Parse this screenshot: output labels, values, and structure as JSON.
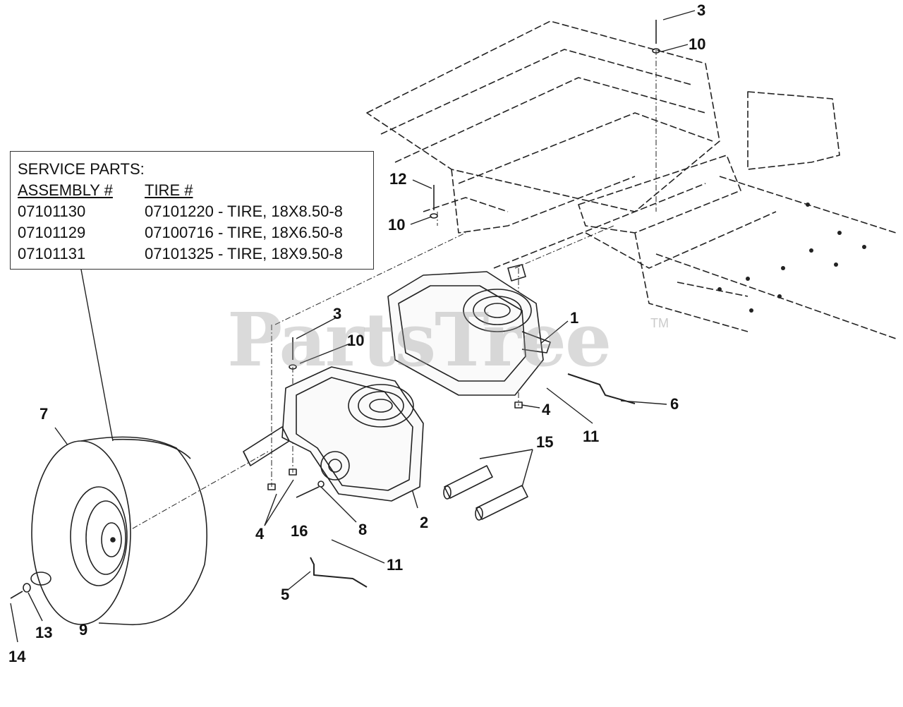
{
  "service_parts": {
    "title": "SERVICE PARTS:",
    "headers": [
      "ASSEMBLY #",
      "TIRE #"
    ],
    "rows": [
      [
        "07101130",
        "07101220 - TIRE, 18X8.50-8"
      ],
      [
        "07101129",
        "07100716 - TIRE, 18X6.50-8"
      ],
      [
        "07101131",
        "07101325 - TIRE, 18X9.50-8"
      ]
    ]
  },
  "watermark": {
    "text": "PartsTree",
    "tm": "TM"
  },
  "callouts": {
    "c1": "1",
    "c2": "2",
    "c3a": "3",
    "c3b": "3",
    "c4a": "4",
    "c4b": "4",
    "c5": "5",
    "c6": "6",
    "c7": "7",
    "c8": "8",
    "c9": "9",
    "c10a": "10",
    "c10b": "10",
    "c10c": "10",
    "c11a": "11",
    "c11b": "11",
    "c12": "12",
    "c13": "13",
    "c14": "14",
    "c15": "15",
    "c16": "16"
  }
}
